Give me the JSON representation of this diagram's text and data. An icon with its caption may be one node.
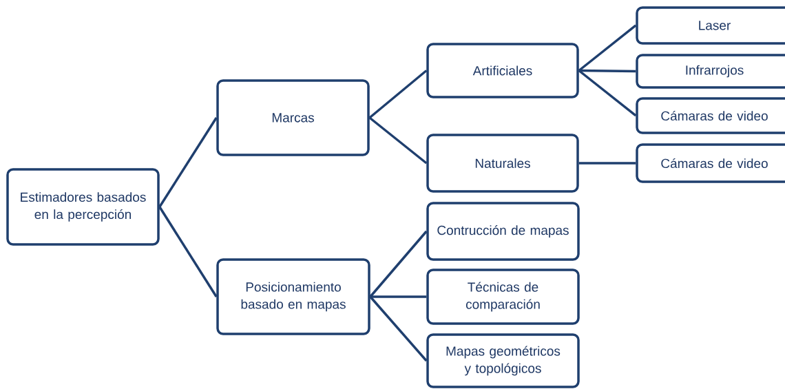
{
  "diagram": {
    "nodes": [
      {
        "text": [
          "Estimadores basados en la percepción"
        ]
      },
      {
        "text": [
          "Marcas"
        ]
      },
      {
        "text": [
          "Posicionamiento basado en mapas"
        ]
      },
      {
        "text": [
          "Artificiales"
        ]
      },
      {
        "text": [
          "Naturales"
        ]
      },
      {
        "text": [
          "Contrucción de mapas"
        ]
      },
      {
        "text": [
          "Técnicas de comparación"
        ]
      },
      {
        "text": [
          "Mapas geométricos y topológicos"
        ]
      },
      {
        "text": [
          "Laser"
        ]
      },
      {
        "text": [
          "Infrarrojos"
        ]
      },
      {
        "text": [
          "Cámaras de video"
        ]
      },
      {
        "text": [
          "Cámaras de video"
        ]
      }
    ],
    "edges": [
      {
        "from": 0,
        "to": 1,
        "arrow": "none"
      },
      {
        "from": 0,
        "to": 2,
        "arrow": "none"
      },
      {
        "from": 1,
        "to": 3,
        "arrow": "none"
      },
      {
        "from": 1,
        "to": 4,
        "arrow": "none"
      },
      {
        "from": 3,
        "to": 8,
        "arrow": "none"
      },
      {
        "from": 3,
        "to": 9,
        "arrow": "none"
      },
      {
        "from": 3,
        "to": 10,
        "arrow": "none"
      },
      {
        "from": 4,
        "to": 11,
        "arrow": "none"
      },
      {
        "from": 2,
        "to": 5,
        "arrow": "none"
      },
      {
        "from": 2,
        "to": 6,
        "arrow": "none"
      },
      {
        "from": 2,
        "to": 7,
        "arrow": "none"
      }
    ]
  }
}
